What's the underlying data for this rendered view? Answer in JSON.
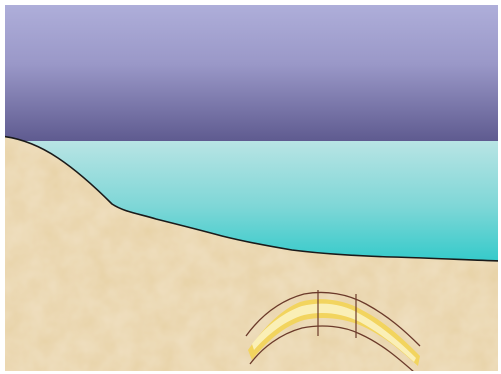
{
  "scene": {
    "colors": {
      "sky_top": "#b0b0db",
      "sky_bottom": "#5e5a8f",
      "water_top": "#b8e4e4",
      "water_bottom": "#28c8c8",
      "sand_light": "#eed8b0",
      "sand_dark": "#dcc08e",
      "outline": "#1a1a1a",
      "layer_outline": "#6b3a2a",
      "yellow_band": "#f2d45a",
      "pale_band": "#fbf2c0"
    },
    "elements": [
      "sky",
      "sea-water",
      "shoreline",
      "sand-ground",
      "folded-rock-layer"
    ]
  }
}
